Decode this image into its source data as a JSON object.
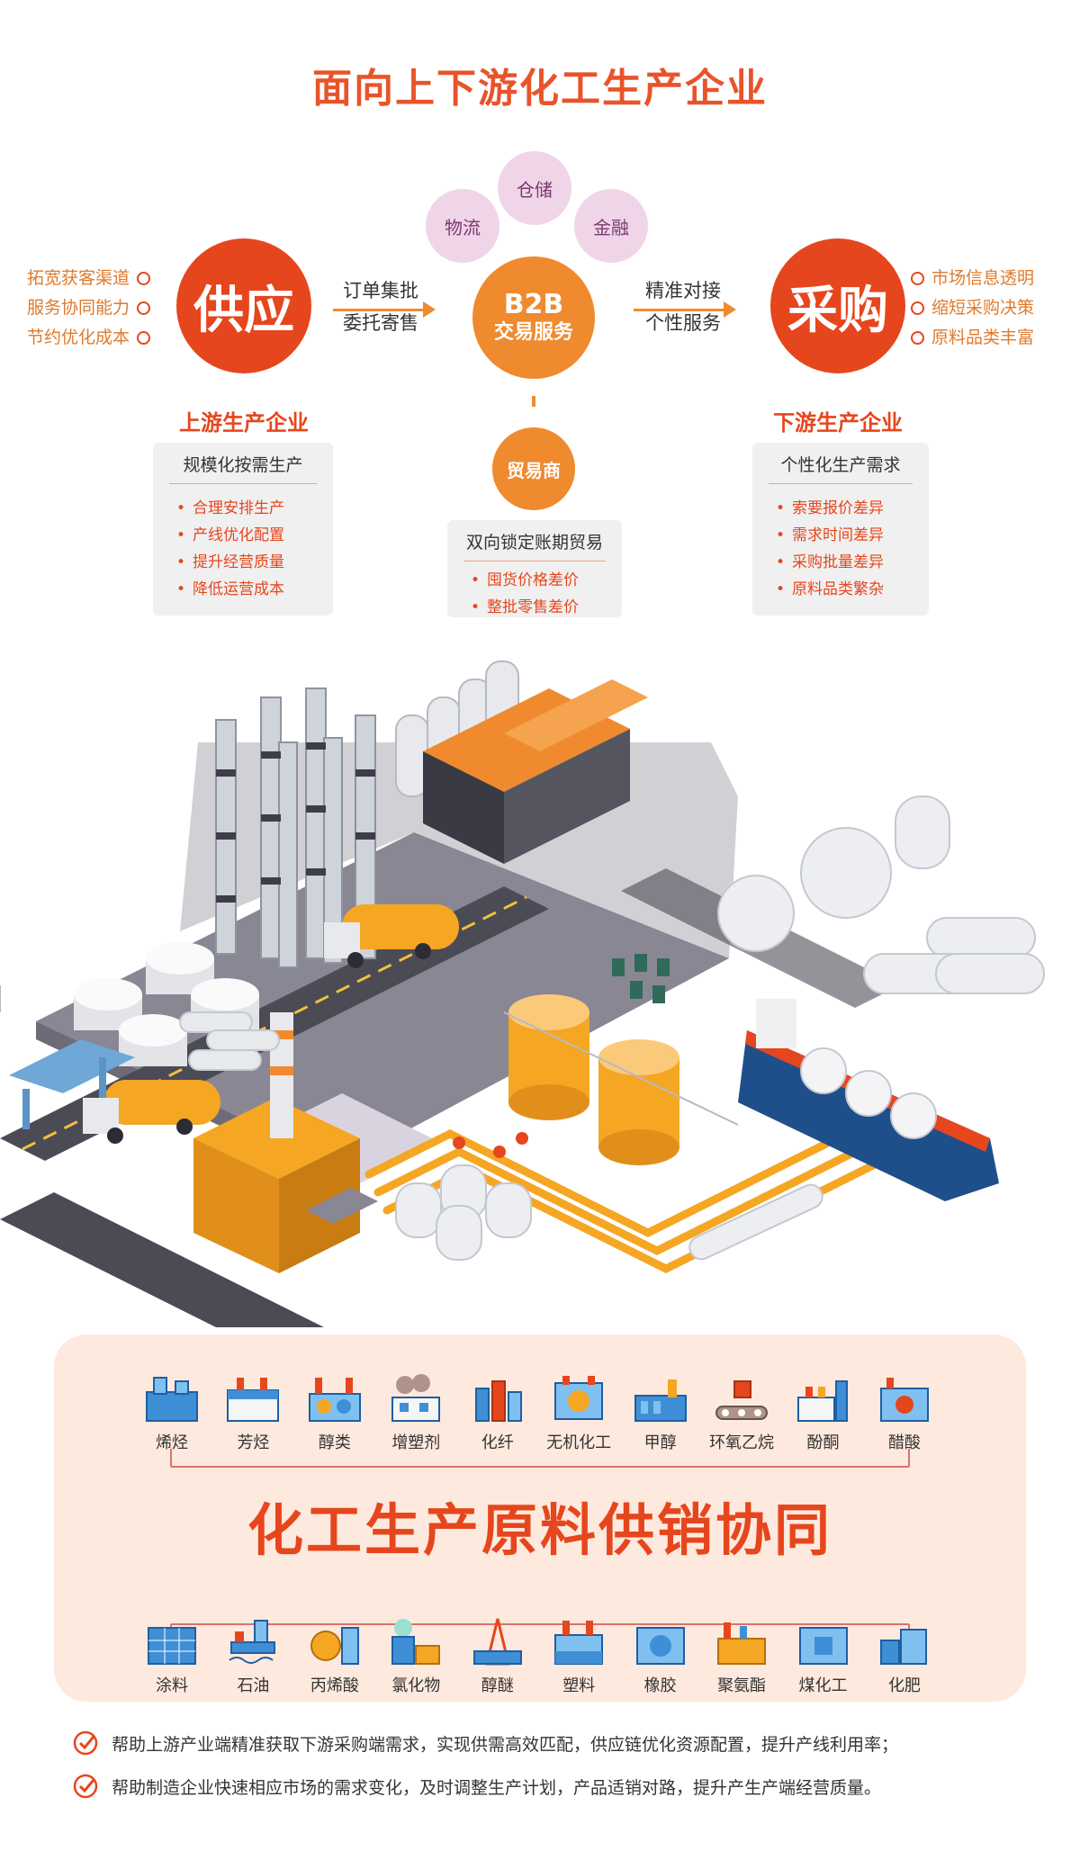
{
  "title": "面向上下游化工生产企业",
  "supply": {
    "label": "供应",
    "caption": "上游生产企业",
    "side_items": [
      "拓宽获客渠道",
      "服务协同能力",
      "节约优化成本"
    ],
    "card_header": "规模化按需生产",
    "card_items": [
      "合理安排生产",
      "产线优化配置",
      "提升经营质量",
      "降低运营成本"
    ]
  },
  "left_connector": [
    "订单集批",
    "委托寄售"
  ],
  "hub": {
    "line1": "B2B",
    "line2": "交易服务",
    "services": [
      "物流",
      "仓储",
      "金融"
    ]
  },
  "right_connector": [
    "精准对接",
    "个性服务"
  ],
  "purchase": {
    "label": "采购",
    "caption": "下游生产企业",
    "side_items": [
      "市场信息透明",
      "缩短采购决策",
      "原料品类丰富"
    ],
    "card_header": "个性化生产需求",
    "card_items": [
      "索要报价差异",
      "需求时间差异",
      "采购批量差异",
      "原料品类繁杂"
    ]
  },
  "trader": {
    "label": "贸易商",
    "card_header": "双向锁定账期贸易",
    "card_items": [
      "囤货价格差价",
      "整批零售差价"
    ]
  },
  "materials_top": [
    "烯烃",
    "芳烃",
    "醇类",
    "增塑剂",
    "化纤",
    "无机化工",
    "甲醇",
    "环氧乙烷",
    "酚酮",
    "醋酸"
  ],
  "center_title": "化工生产原料供销协同",
  "materials_bottom": [
    "涂料",
    "石油",
    "丙烯酸",
    "氯化物",
    "醇醚",
    "塑料",
    "橡胶",
    "聚氨酯",
    "煤化工",
    "化肥"
  ],
  "bullets": [
    "帮助上游产业端精准获取下游采购端需求，实现供需高效匹配，供应链优化资源配置，提升产线利用率；",
    "帮助制造企业快速相应市场的需求变化，及时调整生产计划，产品适销对路，提升产生产端经营质量。"
  ],
  "icons": {
    "check": "check-circle-icon",
    "side_marker": "ring-icon",
    "factory": "factory-icon"
  },
  "colors": {
    "brand": "#e6461d",
    "accent": "#f08a2e",
    "pink": "#f0d5e9",
    "panel": "#fde9dd"
  }
}
